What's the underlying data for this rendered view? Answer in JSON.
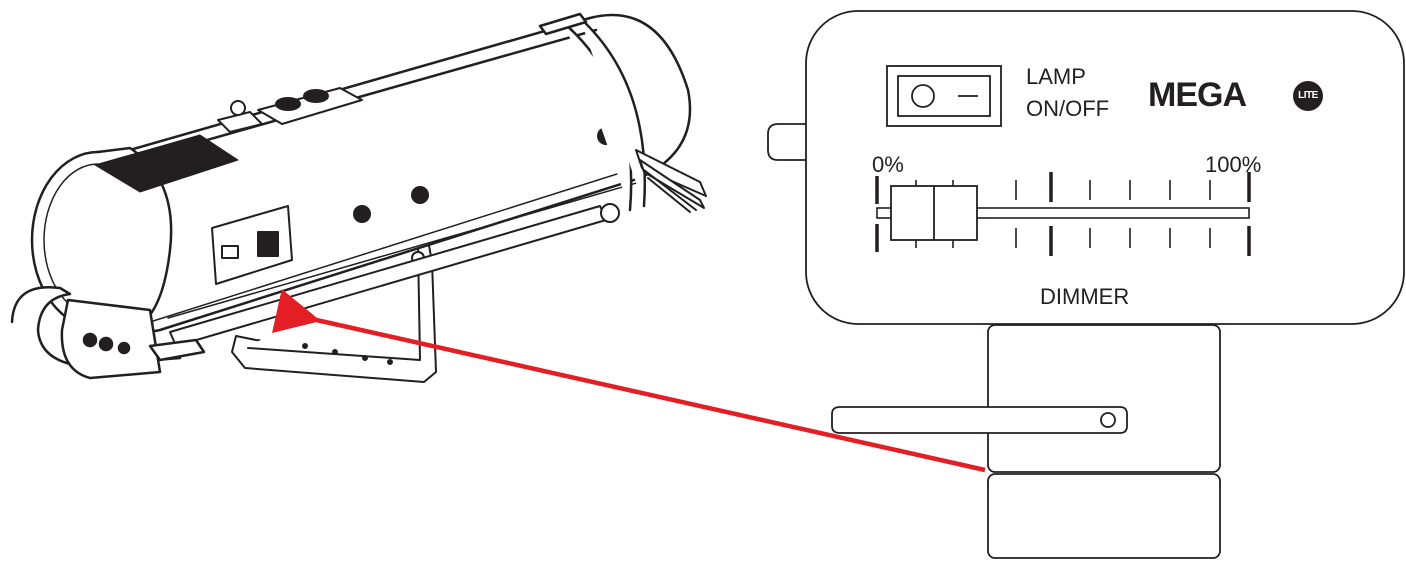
{
  "panel": {
    "switch_label_line1": "LAMP",
    "switch_label_line2": "ON/OFF",
    "brand_name": "MEGA",
    "brand_badge": "LITE",
    "scale_min_label": "0%",
    "scale_max_label": "100%",
    "dimmer_label": "DIMMER"
  },
  "colors": {
    "line": "#231f20",
    "arrow": "#e31e24",
    "background": "#ffffff"
  },
  "icons": [
    "rocker-switch-icon",
    "brand-logo",
    "spotlight-fixture",
    "pointer-arrow"
  ]
}
